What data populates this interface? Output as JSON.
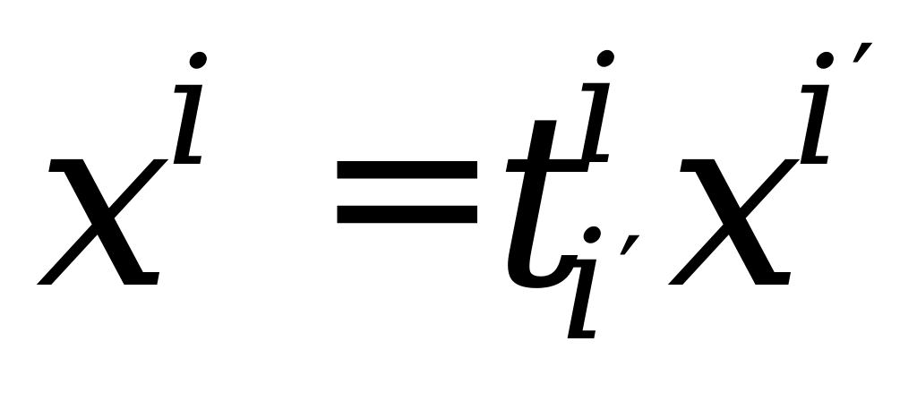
{
  "formula": {
    "lhs": {
      "base": "x",
      "superscript": "i"
    },
    "operator": "=",
    "rhs": {
      "coefficient": {
        "base": "t",
        "superscript": "i",
        "subscript": "i",
        "subscript_prime": "′"
      },
      "variable": {
        "base": "x",
        "superscript": "i",
        "superscript_prime": "′"
      }
    }
  }
}
